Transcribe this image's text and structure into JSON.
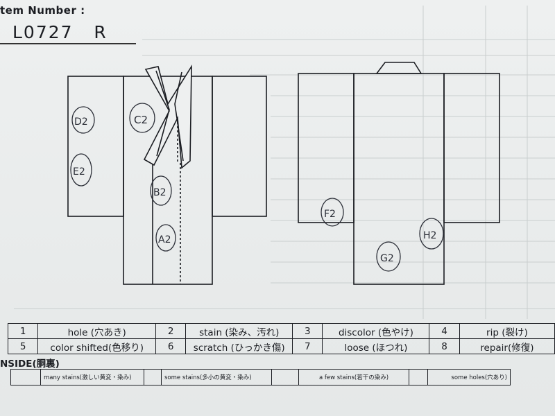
{
  "header": {
    "item_label": "tem Number :",
    "item_number": "L0727",
    "item_variant": "R"
  },
  "diagram": {
    "front_marks": [
      "D2",
      "C2",
      "E2",
      "B2",
      "A2"
    ],
    "back_marks": [
      "F2",
      "G2",
      "H2"
    ]
  },
  "legend": [
    {
      "num": "1",
      "label": "hole (穴あき)"
    },
    {
      "num": "2",
      "label": "stain (染み、汚れ)"
    },
    {
      "num": "3",
      "label": "discolor (色やけ)"
    },
    {
      "num": "4",
      "label": "rip (裂け)"
    },
    {
      "num": "5",
      "label": "color shifted(色移り)"
    },
    {
      "num": "6",
      "label": "scratch (ひっかき傷)"
    },
    {
      "num": "7",
      "label": "loose (ほつれ)"
    },
    {
      "num": "8",
      "label": "repair(修復)"
    }
  ],
  "inside": {
    "title": "NSIDE(胴裏)",
    "options": [
      "many stains(激しい黄変・染み)",
      "some stains(多小の黄変・染み)",
      "a few stains(若干の染み)",
      "some holes(穴あり)"
    ]
  }
}
